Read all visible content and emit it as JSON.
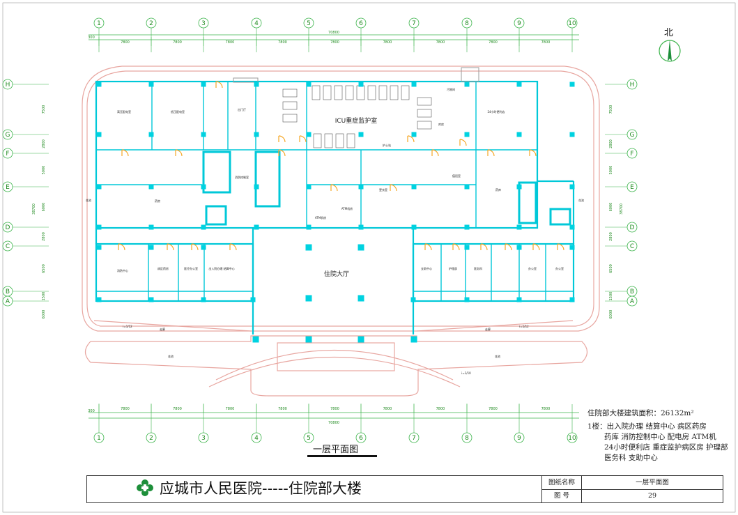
{
  "drawing": {
    "north_label": "北",
    "plan_title": "一层平面图",
    "total_dimension": "70800",
    "dimension_300": "300",
    "bay_dimensions": [
      "7800",
      "7800",
      "7800",
      "7800",
      "7800",
      "7800",
      "7800",
      "7800",
      "7800"
    ],
    "column_axes": [
      "1",
      "2",
      "3",
      "4",
      "5",
      "6",
      "7",
      "8",
      "9",
      "10"
    ],
    "row_axes": [
      "H",
      "G",
      "F",
      "E",
      "D",
      "C",
      "B",
      "A"
    ],
    "row_dimensions": [
      "7500",
      "2800",
      "5000",
      "6000",
      "2800",
      "6500",
      "1500",
      "6000"
    ],
    "total_depth": "38700"
  },
  "rooms": {
    "icu": "ICU重症监护室",
    "lobby": "住院大厅",
    "nurse_station": "护士站",
    "atm": "ATM机房",
    "atm2": "ATM机房",
    "green_left": "花池",
    "green_right": "花池",
    "green_bottom_left": "花池",
    "green_bottom_right": "花池",
    "walk_left": "走廊",
    "walk_right": "走廊",
    "room_a": "高压配电室",
    "room_b": "低压配电室",
    "room_c": "出门厅",
    "room_d": "消防控制室",
    "room_e": "药房",
    "room_f": "病区药房",
    "room_g": "医疗办公室",
    "room_h": "出入院办理 结算中心",
    "room_i": "支助中心",
    "room_j": "护理部",
    "room_k": "医务科",
    "room_l": "办公室",
    "room_m": "办公室",
    "room_n": "药库",
    "room_o": "污物间",
    "room_p": "库房",
    "room_q": "更衣室",
    "room_r": "值班室",
    "room_s": "24小时便利店",
    "room_t": "消防中心",
    "ramp_a": "i=1/12",
    "ramp_b": "i=1/12",
    "ramp_c": "i=1/10"
  },
  "notes": {
    "area": "住院部大楼建筑面积：26132m²",
    "floor1_line1": "1楼：出入院办理 结算中心 病区药房",
    "floor1_line2": "药库 消防控制中心 配电房 ATM机",
    "floor1_line3": "24小时便利店 重症监护病区房 护理部",
    "floor1_line4": "医务科 支助中心"
  },
  "titleblock": {
    "project": "应城市人民医院-----住院部大楼",
    "drawing_name_label": "图纸名称",
    "drawing_name": "一层平面图",
    "drawing_no_label": "图  号",
    "drawing_no": "29"
  },
  "colors": {
    "wall": "#00c8d8",
    "door": "#f5a623",
    "grid": "#3cb44b",
    "landscape": "#e8a6a0",
    "logo": "#1d8f3a"
  }
}
